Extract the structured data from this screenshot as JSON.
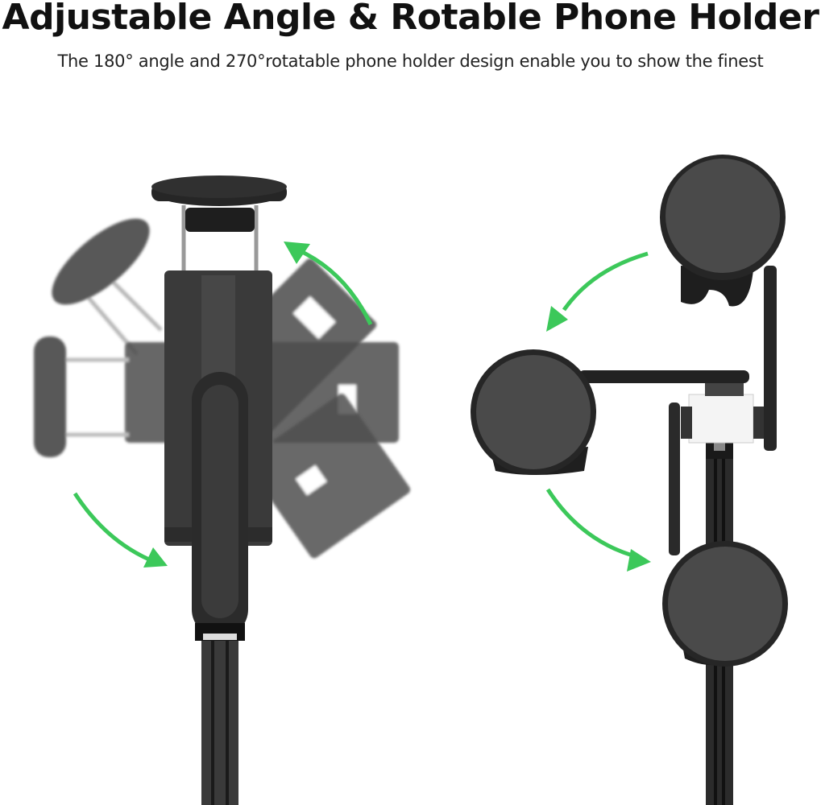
{
  "header": {
    "title": "Adjustable Angle & Rotable Phone Holder",
    "subtitle": "The 180° angle and 270°rotatable phone holder design enable you to show the finest"
  },
  "illustrations": {
    "left": {
      "label": "holder-180-degree-angle-illustration",
      "arrows": [
        "arrow-up-right-green",
        "arrow-down-right-green"
      ]
    },
    "right": {
      "label": "holder-270-degree-rotation-illustration",
      "arrows": [
        "arrow-down-left-green",
        "arrow-down-right-green"
      ]
    }
  },
  "colors": {
    "accent_green": "#3cc85a",
    "device_dark": "#2a2a2a",
    "device_mid": "#4a4a4a",
    "background": "#ffffff"
  }
}
